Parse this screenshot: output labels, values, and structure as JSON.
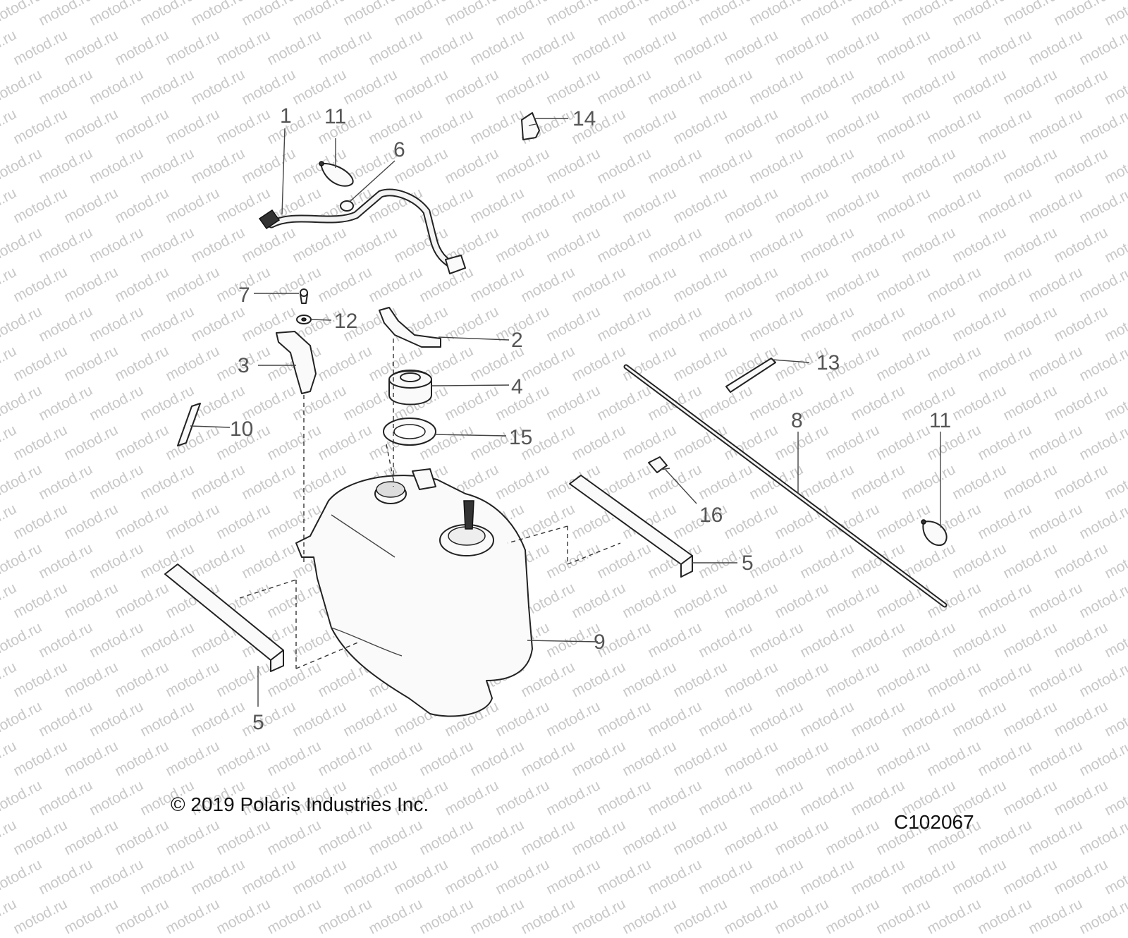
{
  "watermark_text": "motod.ru",
  "callouts": {
    "c1": "1",
    "c2": "2",
    "c3": "3",
    "c4": "4",
    "c5a": "5",
    "c5b": "5",
    "c6": "6",
    "c7": "7",
    "c8": "8",
    "c9": "9",
    "c10": "10",
    "c11a": "11",
    "c11b": "11",
    "c12": "12",
    "c13": "13",
    "c14": "14",
    "c15": "15",
    "c16": "16"
  },
  "copyright": "© 2019 Polaris Industries Inc.",
  "drawing_id": "C102067"
}
